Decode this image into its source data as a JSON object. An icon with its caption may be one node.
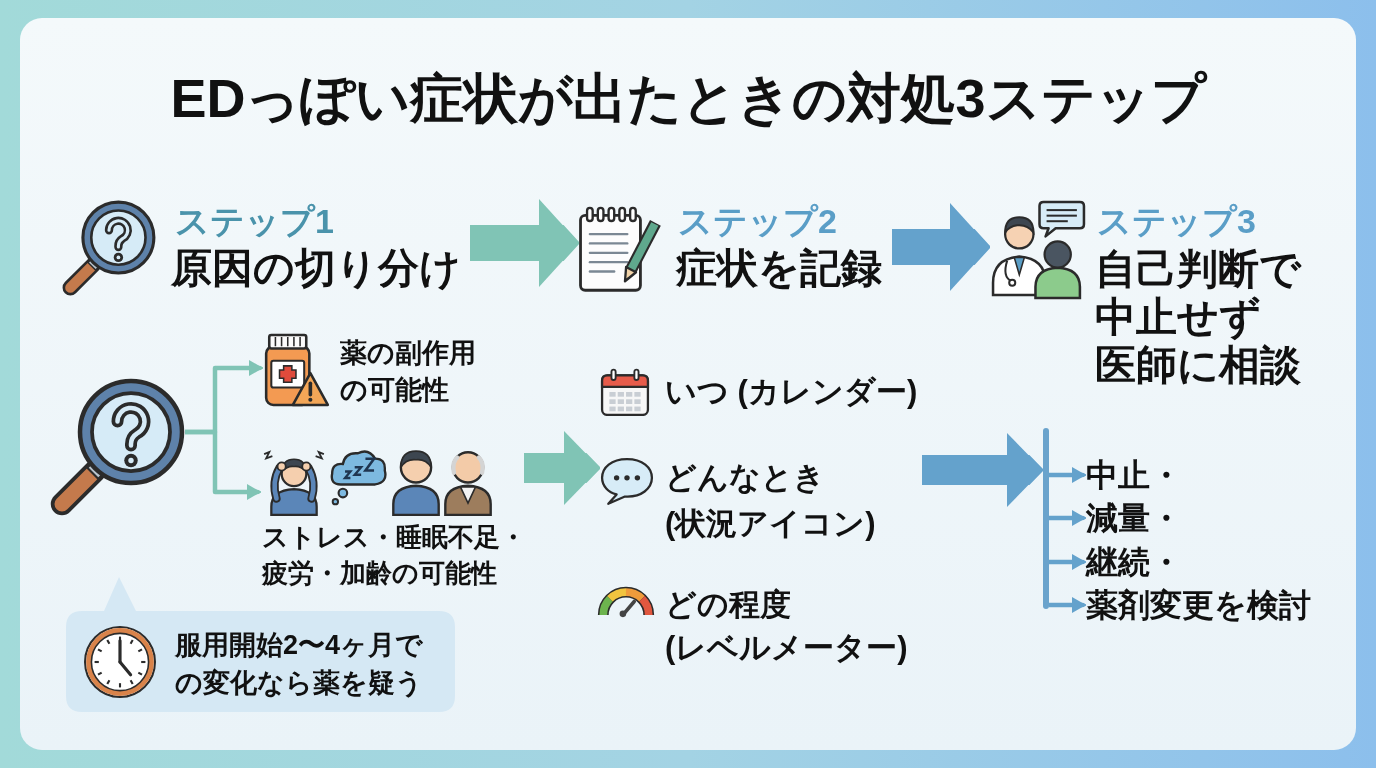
{
  "diagram": {
    "title": "EDっぽい症状が出たときの対処3ステップ",
    "nodes": [
      {
        "text": [
          "ステップ1",
          "原因の切り分け"
        ]
      },
      {
        "text": [
          "ステップ2",
          "症状を記録"
        ]
      },
      {
        "text": [
          "ステップ3",
          "自己判断で中止せず医師に相談"
        ]
      },
      {
        "text": [],
        "shape": "picture"
      },
      {
        "text": [
          "薬の副作用の可能性"
        ]
      },
      {
        "text": [
          "ストレス・睡眠不足・疲労・加齢の可能性"
        ]
      },
      {
        "text": [
          "服用開始2〜4ヶ月での変化なら薬を疑う"
        ]
      },
      {
        "text": [
          "いつ (カレンダー)"
        ]
      },
      {
        "text": [
          "どんなとき (状況アイコン)"
        ]
      },
      {
        "text": [
          "どの程度 (レベルメーター)"
        ]
      },
      {
        "text": [],
        "shape": "bar"
      },
      {
        "text": [
          "中止・"
        ]
      },
      {
        "text": [
          "減量・"
        ]
      },
      {
        "text": [
          "継続・"
        ]
      },
      {
        "text": [
          "薬剤変更を検討"
        ]
      }
    ],
    "edges": [
      {
        "from": 0,
        "to": 1,
        "arrow": "to",
        "style": "thick",
        "color": "#80c4b5"
      },
      {
        "from": 1,
        "to": 2,
        "arrow": "to",
        "style": "thick"
      },
      {
        "from": 3,
        "to": 4,
        "arrow": "to",
        "color": "#80c4b5"
      },
      {
        "from": 3,
        "to": 5,
        "arrow": "to",
        "color": "#80c4b5"
      },
      {
        "from": 5,
        "to": 8,
        "arrow": "to",
        "style": "thick",
        "color": "#80c4b5"
      },
      {
        "from": 8,
        "to": 10,
        "arrow": "to",
        "style": "thick"
      },
      {
        "from": 10,
        "to": 11,
        "arrow": "to"
      },
      {
        "from": 10,
        "to": 12,
        "arrow": "to"
      },
      {
        "from": 10,
        "to": 13,
        "arrow": "to"
      },
      {
        "from": 10,
        "to": 14,
        "arrow": "to"
      }
    ]
  }
}
